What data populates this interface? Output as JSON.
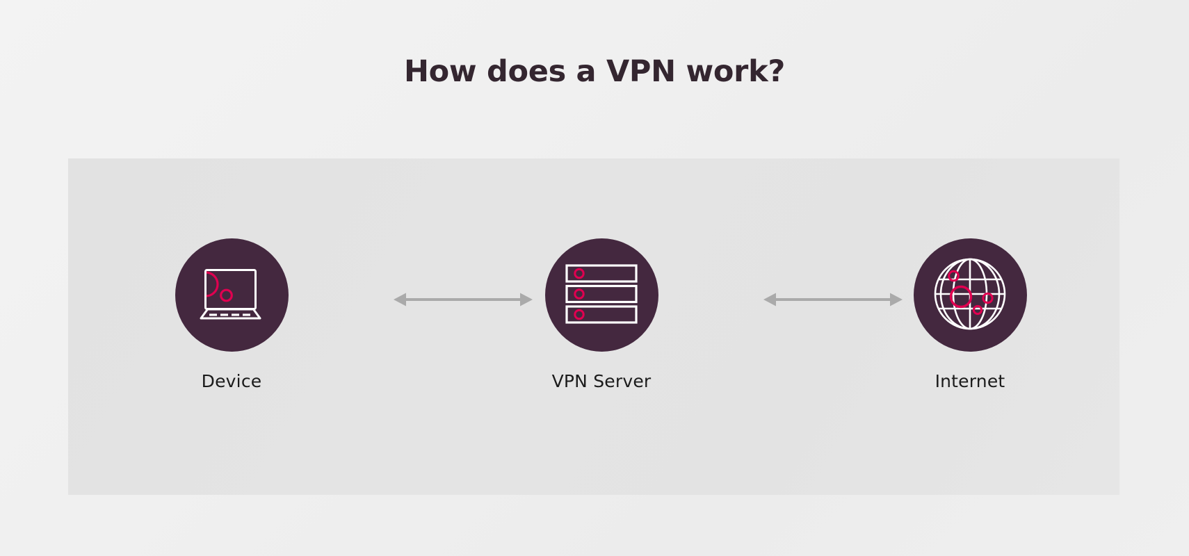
{
  "title": "How does a VPN work?",
  "colors": {
    "page_background": "#f0f0f0",
    "panel_background": "#e3e3e3",
    "title_text": "#342630",
    "disc_fill": "#44283f",
    "icon_stroke": "#ffffff",
    "accent_pink": "#e00050",
    "arrow_gray": "#aaaaaa",
    "label_text": "#1b1b1b"
  },
  "diagram": {
    "nodes": [
      {
        "id": "device",
        "label": "Device",
        "icon": "laptop-icon"
      },
      {
        "id": "server",
        "label": "VPN Server",
        "icon": "server-rack-icon"
      },
      {
        "id": "internet",
        "label": "Internet",
        "icon": "globe-icon"
      }
    ],
    "connectors": [
      {
        "id": "device-to-server",
        "from": "device",
        "to": "server",
        "icon": "double-arrow-icon",
        "direction": "bidirectional"
      },
      {
        "id": "server-to-internet",
        "from": "server",
        "to": "internet",
        "icon": "double-arrow-icon",
        "direction": "bidirectional"
      }
    ]
  }
}
